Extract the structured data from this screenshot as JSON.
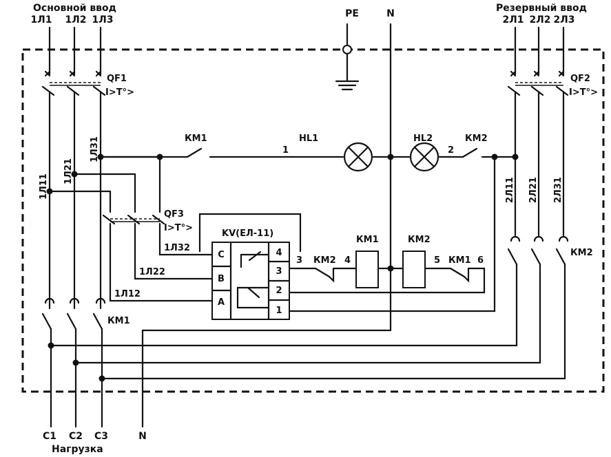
{
  "supply": {
    "main_title": "Основной ввод",
    "main_phases": [
      "1Л1",
      "1Л2",
      "1Л3"
    ],
    "reserve_title": "Резервный ввод",
    "reserve_phases": [
      "2Л1",
      "2Л2",
      "2Л3"
    ],
    "pe": "PE",
    "neutral": "N"
  },
  "breakers": {
    "qf1": "QF1",
    "qf1_spec": "I>T°>",
    "qf2": "QF2",
    "qf2_spec": "I>T°>",
    "qf3": "QF3",
    "qf3_spec": "I>T°>"
  },
  "wires": {
    "l11": "1Л11",
    "l21": "1Л21",
    "l31": "1Л31",
    "r11": "2Л11",
    "r21": "2Л21",
    "r31": "2Л31",
    "l32": "1Л32",
    "l22": "1Л22",
    "l12": "1Л12"
  },
  "control": {
    "km1_top": "КМ1",
    "hl1": "HL1",
    "hl2": "HL2",
    "km2_top": "КМ2",
    "node1": "1",
    "node2": "2",
    "relay": "KV(ЕЛ-11)",
    "relay_inputs": [
      "C",
      "B",
      "A"
    ],
    "relay_pins": [
      "4",
      "3",
      "2",
      "1"
    ],
    "n3": "3",
    "km2_mid": "КМ2",
    "n4": "4",
    "coil1": "КМ1",
    "coil2": "КМ2",
    "n5": "5",
    "km1_mid": "КМ1",
    "n6": "6"
  },
  "contactors": {
    "km1_main": "КМ1",
    "km2_reserve": "КМ2"
  },
  "load": {
    "outputs": [
      "С1",
      "С2",
      "С3"
    ],
    "neutral": "N",
    "title": "Нагрузка"
  }
}
